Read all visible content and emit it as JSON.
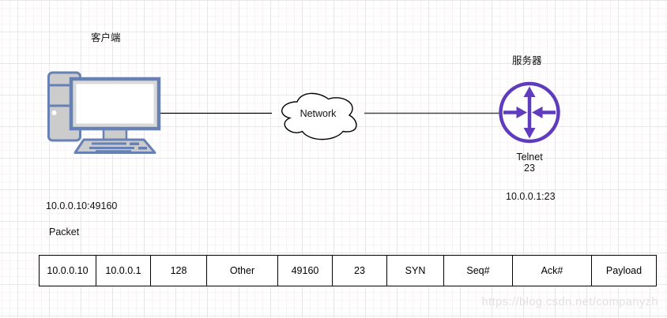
{
  "diagram": {
    "client_label": "客户端",
    "server_label": "服务器",
    "network_label": "Network",
    "service_label": "Telnet",
    "service_port": "23",
    "client_address": "10.0.0.10:49160",
    "server_address": "10.0.0.1:23",
    "packet_label": "Packet"
  },
  "icons": {
    "client": "desktop-computer-icon",
    "network": "cloud-icon",
    "server": "router-icon"
  },
  "packet_table": {
    "cells": [
      "10.0.0.10",
      "10.0.0.1",
      "128",
      "Other",
      "49160",
      "23",
      "SYN",
      "Seq#",
      "Ack#",
      "Payload"
    ]
  },
  "watermark": "https://blog.csdn.net/companyzh",
  "colors": {
    "computer_accent": "#6881B5",
    "computer_fill": "#cccccc",
    "router_accent": "#5F3CBE",
    "line_color": "#000000",
    "grid_major": "#e8e6e6",
    "grid_minor": "#f6f4f4",
    "watermark_color": "#e3e1e1"
  }
}
